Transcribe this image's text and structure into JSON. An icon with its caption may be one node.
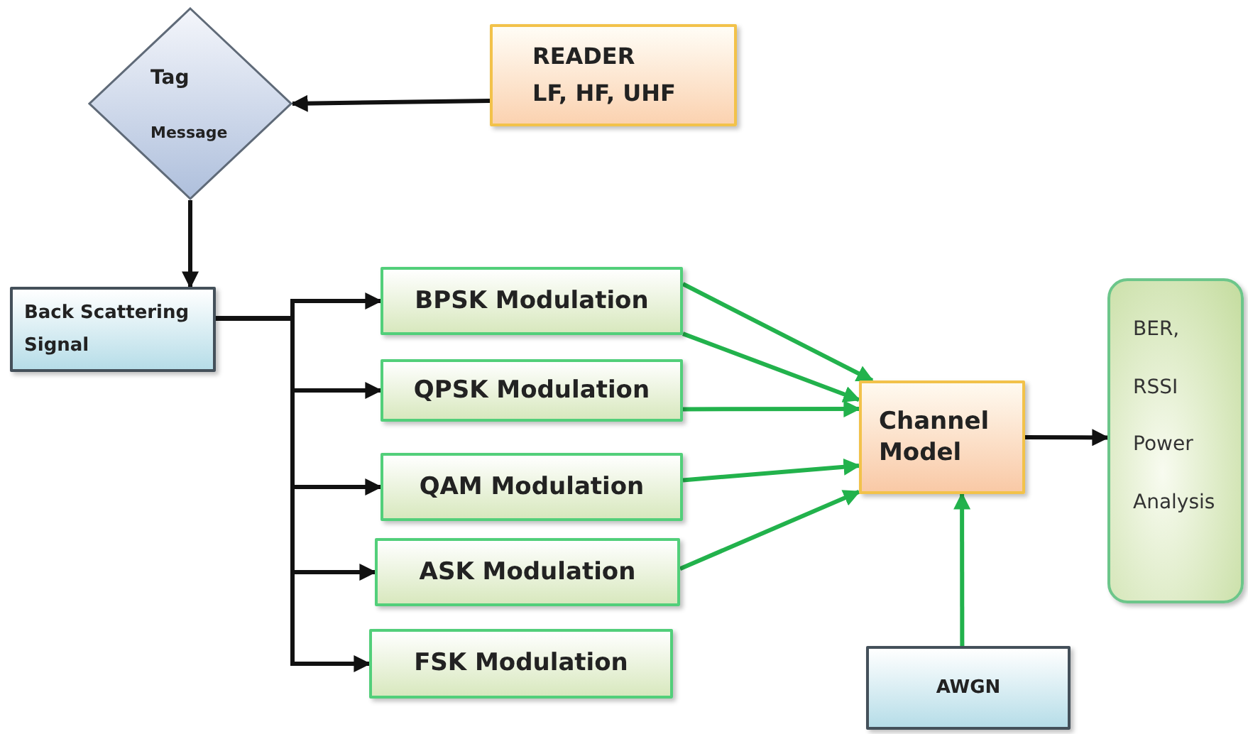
{
  "diagram": {
    "nodes": [
      {
        "text": [
          "Tag",
          "Message"
        ]
      },
      {
        "text": [
          "READER",
          "LF, HF, UHF"
        ]
      },
      {
        "text": [
          "Back Scattering Signal"
        ]
      },
      {
        "text": [
          "BPSK Modulation"
        ]
      },
      {
        "text": [
          "QPSK Modulation"
        ]
      },
      {
        "text": [
          "QAM Modulation"
        ]
      },
      {
        "text": [
          "ASK Modulation"
        ]
      },
      {
        "text": [
          "FSK Modulation"
        ]
      },
      {
        "text": [
          "Channel Model"
        ]
      },
      {
        "text": [
          "BER,",
          "RSSI",
          "Power Analysis"
        ]
      },
      {
        "text": [
          "AWGN"
        ]
      }
    ],
    "edges": [
      {
        "from": 1,
        "to": 0,
        "arrow": "to"
      },
      {
        "from": 0,
        "to": 2,
        "arrow": "to"
      },
      {
        "from": 2,
        "to": 3,
        "arrow": "to"
      },
      {
        "from": 2,
        "to": 4,
        "arrow": "to"
      },
      {
        "from": 2,
        "to": 5,
        "arrow": "to"
      },
      {
        "from": 2,
        "to": 6,
        "arrow": "to"
      },
      {
        "from": 2,
        "to": 7,
        "arrow": "to"
      },
      {
        "from": 3,
        "to": 8,
        "arrow": "to",
        "color": "#22b24c"
      },
      {
        "from": 3,
        "to": 8,
        "arrow": "to",
        "color": "#22b24c"
      },
      {
        "from": 4,
        "to": 8,
        "arrow": "to",
        "color": "#22b24c"
      },
      {
        "from": 5,
        "to": 8,
        "arrow": "to",
        "color": "#22b24c"
      },
      {
        "from": 6,
        "to": 8,
        "arrow": "to",
        "color": "#22b24c"
      },
      {
        "from": 8,
        "to": 9,
        "arrow": "to"
      },
      {
        "from": 10,
        "to": 8,
        "arrow": "to",
        "color": "#22b24c"
      }
    ]
  }
}
